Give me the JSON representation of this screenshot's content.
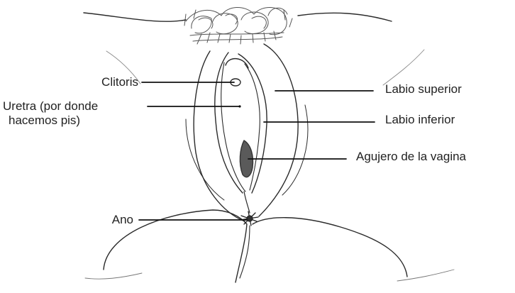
{
  "labels": {
    "clitoris": "Clitoris",
    "uretra_line1": "Uretra (por donde",
    "uretra_line2": "hacemos pis)",
    "ano": "Ano",
    "labio_superior": "Labio superior",
    "labio_inferior": "Labio inferior",
    "agujero_vagina": "Agujero de la vagina"
  },
  "colors": {
    "ink": "#222222",
    "hair": "#555555",
    "shade": "#5a5a5a",
    "background": "#ffffff"
  }
}
